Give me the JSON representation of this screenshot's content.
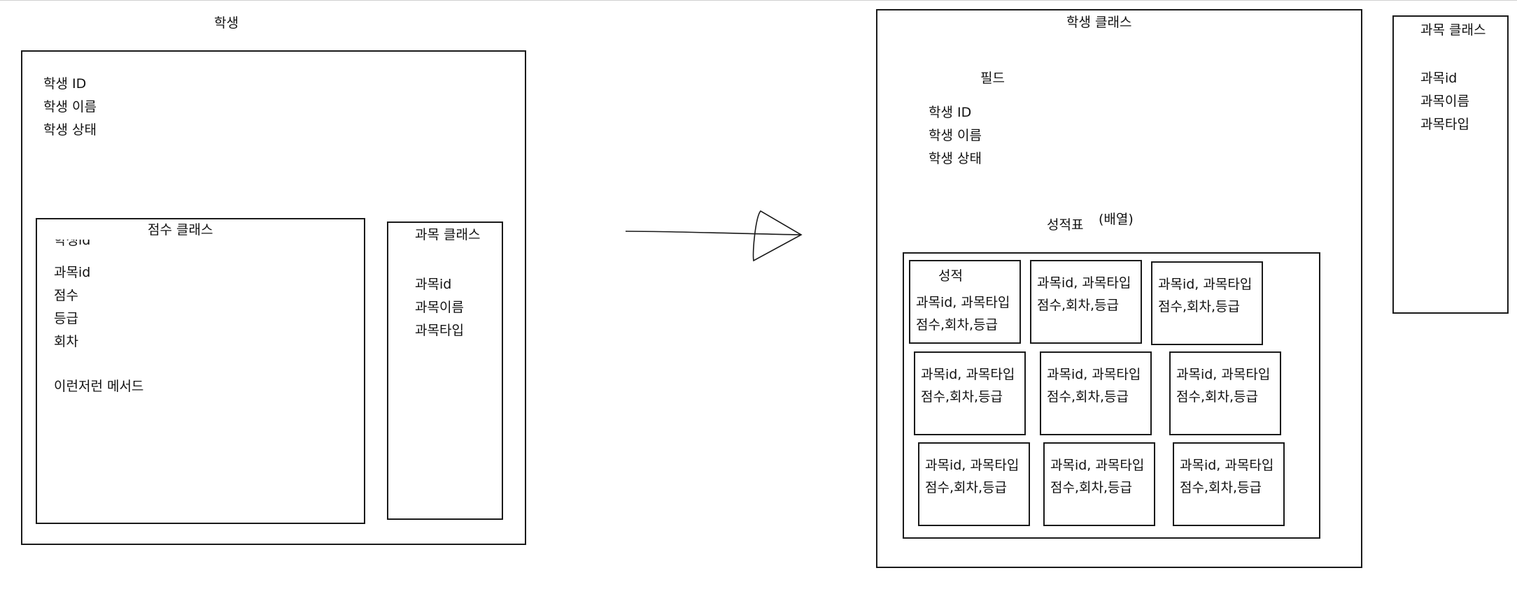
{
  "left": {
    "student_title": "학생",
    "student_fields": [
      "학생 ID",
      "학생 이름",
      "학생 상태"
    ],
    "score_class": {
      "title": "점수 클래스",
      "cut_field": "학생id",
      "fields": [
        "과목id",
        "점수",
        "등급",
        "회차"
      ],
      "methods": "이런저런 메서드"
    },
    "subject_class": {
      "title": "과목 클래스",
      "fields": [
        "과목id",
        "과목이름",
        "과목타입"
      ]
    }
  },
  "right": {
    "student_class_title": "학생 클래스",
    "field_heading": "필드",
    "fields": [
      "학생 ID",
      "학생 이름",
      "학생 상태"
    ],
    "report_card_label": "성적표",
    "array_label": "(배열)",
    "grade_header": "성적",
    "card_line1": "과목id, 과목타입",
    "card_line2": "점수,회차,등급",
    "subject_class": {
      "title": "과목 클래스",
      "fields": [
        "과목id",
        "과목이름",
        "과목타입"
      ]
    }
  }
}
